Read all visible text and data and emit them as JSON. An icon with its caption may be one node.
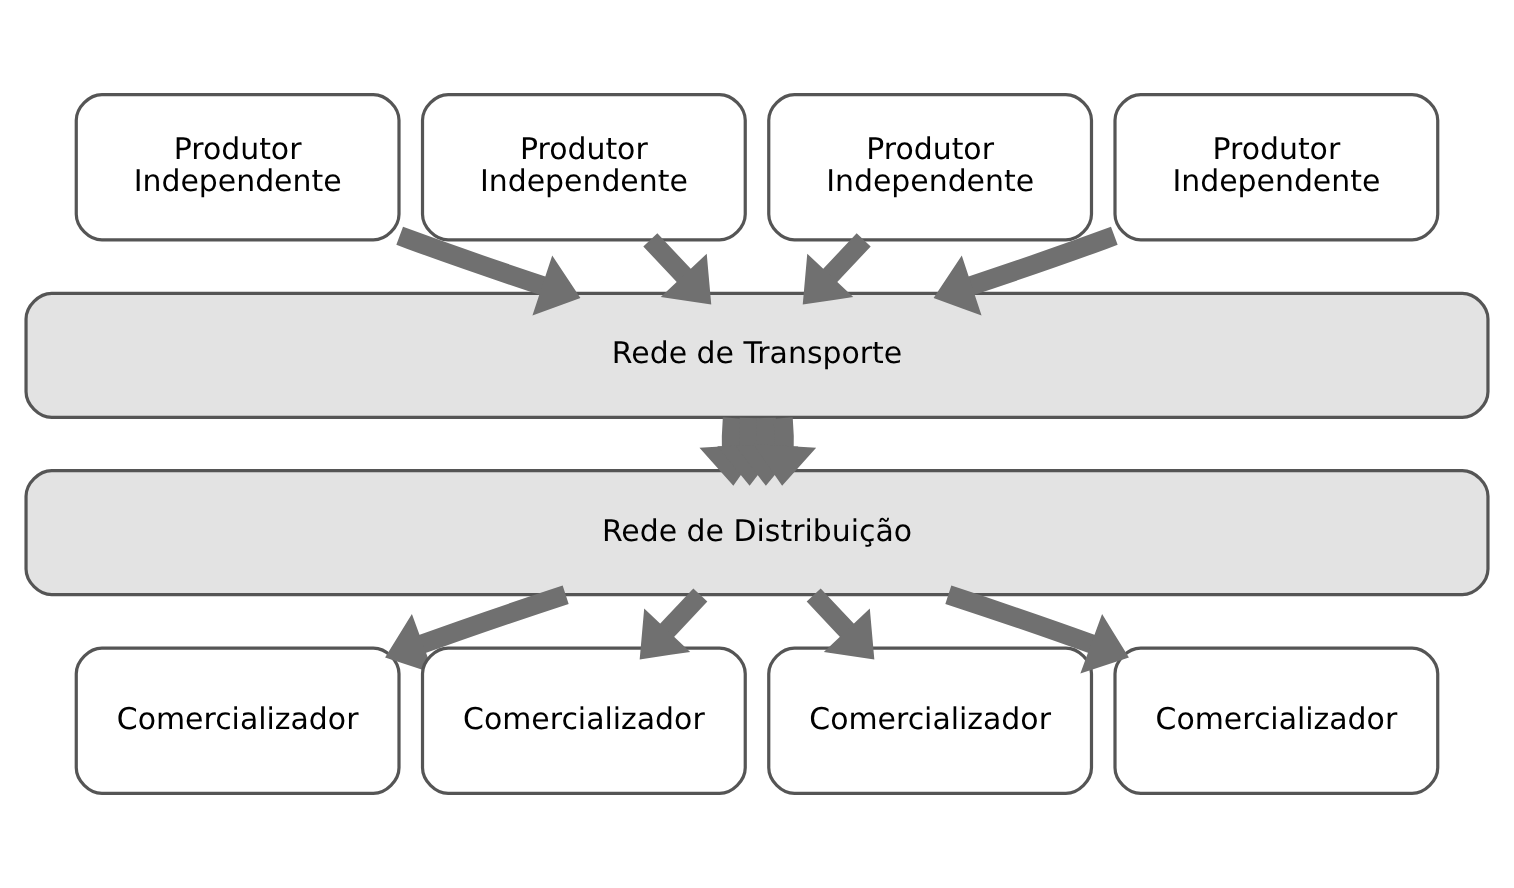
{
  "diagram": {
    "nodes": [
      {
        "text": [
          "Produtor Independente"
        ]
      },
      {
        "text": [
          "Produtor Independente"
        ]
      },
      {
        "text": [
          "Produtor Independente"
        ]
      },
      {
        "text": [
          "Produtor Independente"
        ]
      },
      {
        "text": [
          "Rede de Transporte"
        ]
      },
      {
        "text": [
          "Rede de Distribuição"
        ]
      },
      {
        "text": [
          "Comercializador"
        ]
      },
      {
        "text": [
          "Comercializador"
        ]
      },
      {
        "text": [
          "Comercializador"
        ]
      },
      {
        "text": [
          "Comercializador"
        ]
      }
    ],
    "edges": [
      {
        "from": 0,
        "to": 4,
        "arrow": "to"
      },
      {
        "from": 1,
        "to": 4,
        "arrow": "to"
      },
      {
        "from": 2,
        "to": 4,
        "arrow": "to"
      },
      {
        "from": 3,
        "to": 4,
        "arrow": "to"
      },
      {
        "from": 4,
        "to": 5,
        "arrow": "to"
      },
      {
        "from": 4,
        "to": 5,
        "arrow": "to"
      },
      {
        "from": 4,
        "to": 5,
        "arrow": "to"
      },
      {
        "from": 4,
        "to": 5,
        "arrow": "to"
      },
      {
        "from": 5,
        "to": 6,
        "arrow": "to"
      },
      {
        "from": 5,
        "to": 7,
        "arrow": "to"
      },
      {
        "from": 5,
        "to": 8,
        "arrow": "to"
      },
      {
        "from": 5,
        "to": 9,
        "arrow": "to"
      }
    ]
  }
}
